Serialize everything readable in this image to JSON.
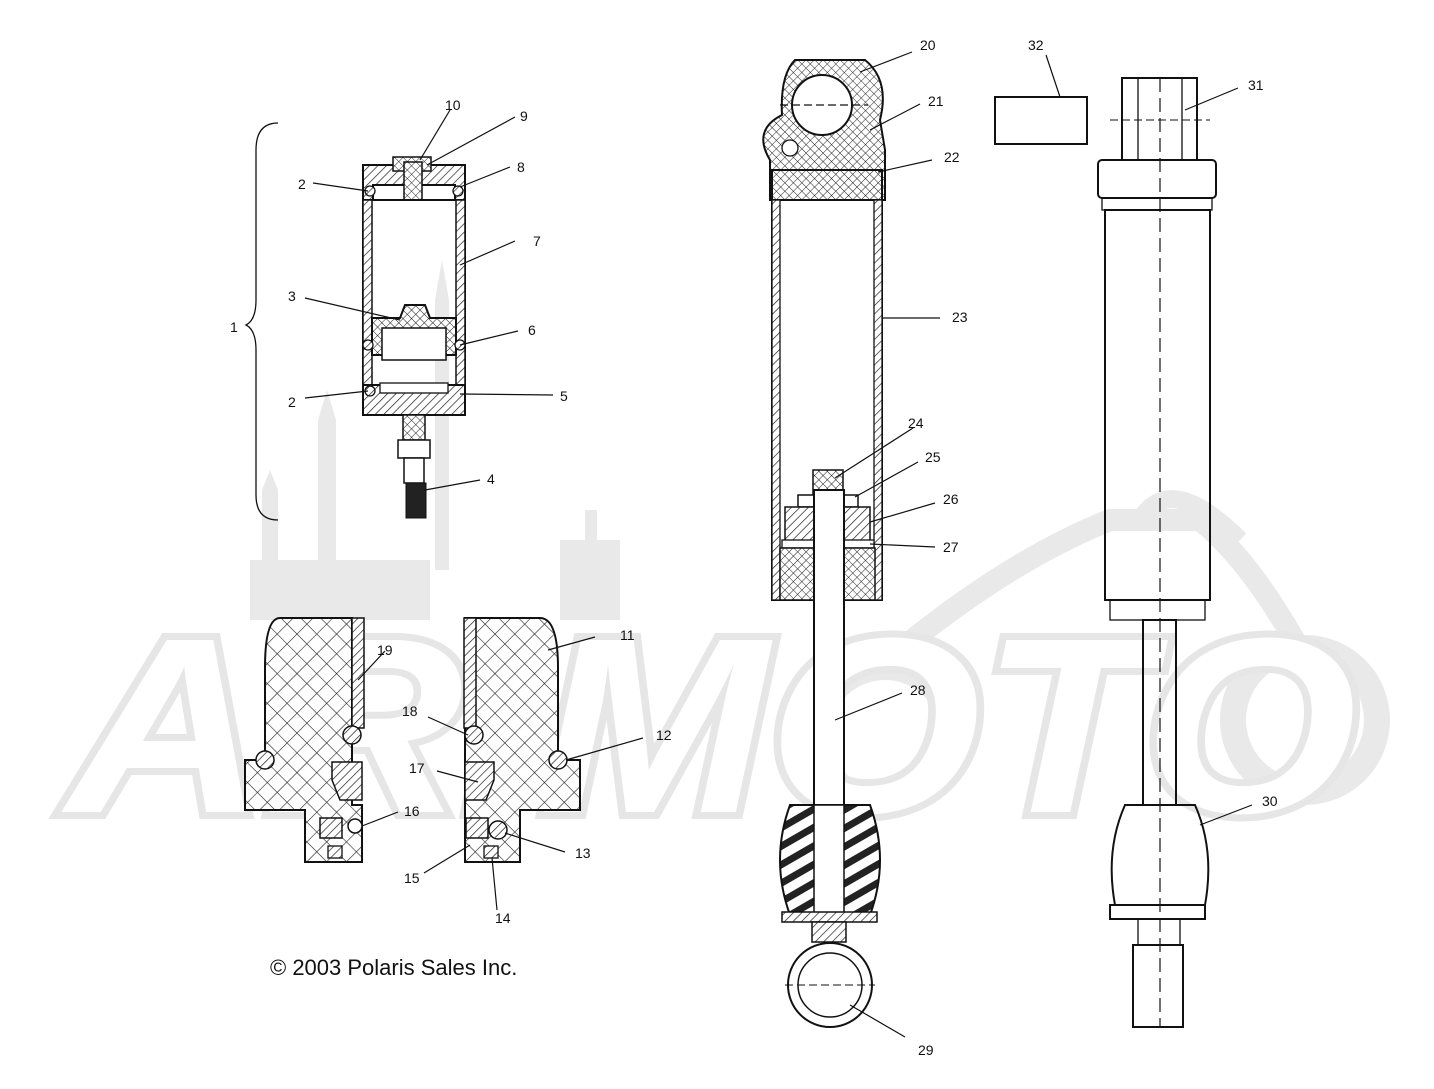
{
  "callouts": {
    "n1": "1",
    "n2a": "2",
    "n2b": "2",
    "n3": "3",
    "n4": "4",
    "n5": "5",
    "n6": "6",
    "n7": "7",
    "n8": "8",
    "n9": "9",
    "n10": "10",
    "n11": "11",
    "n12": "12",
    "n13": "13",
    "n14": "14",
    "n15": "15",
    "n16": "16",
    "n17": "17",
    "n18": "18",
    "n19": "19",
    "n20": "20",
    "n21": "21",
    "n22": "22",
    "n23": "23",
    "n24": "24",
    "n25": "25",
    "n26": "26",
    "n27": "27",
    "n28": "28",
    "n29": "29",
    "n30": "30",
    "n31": "31",
    "n32": "32"
  },
  "copyright": "© 2003 Polaris Sales Inc.",
  "watermark": "ARIMOTO",
  "colors": {
    "line": "#111111",
    "watermark": "#e9e9e9",
    "background": "#ffffff"
  }
}
